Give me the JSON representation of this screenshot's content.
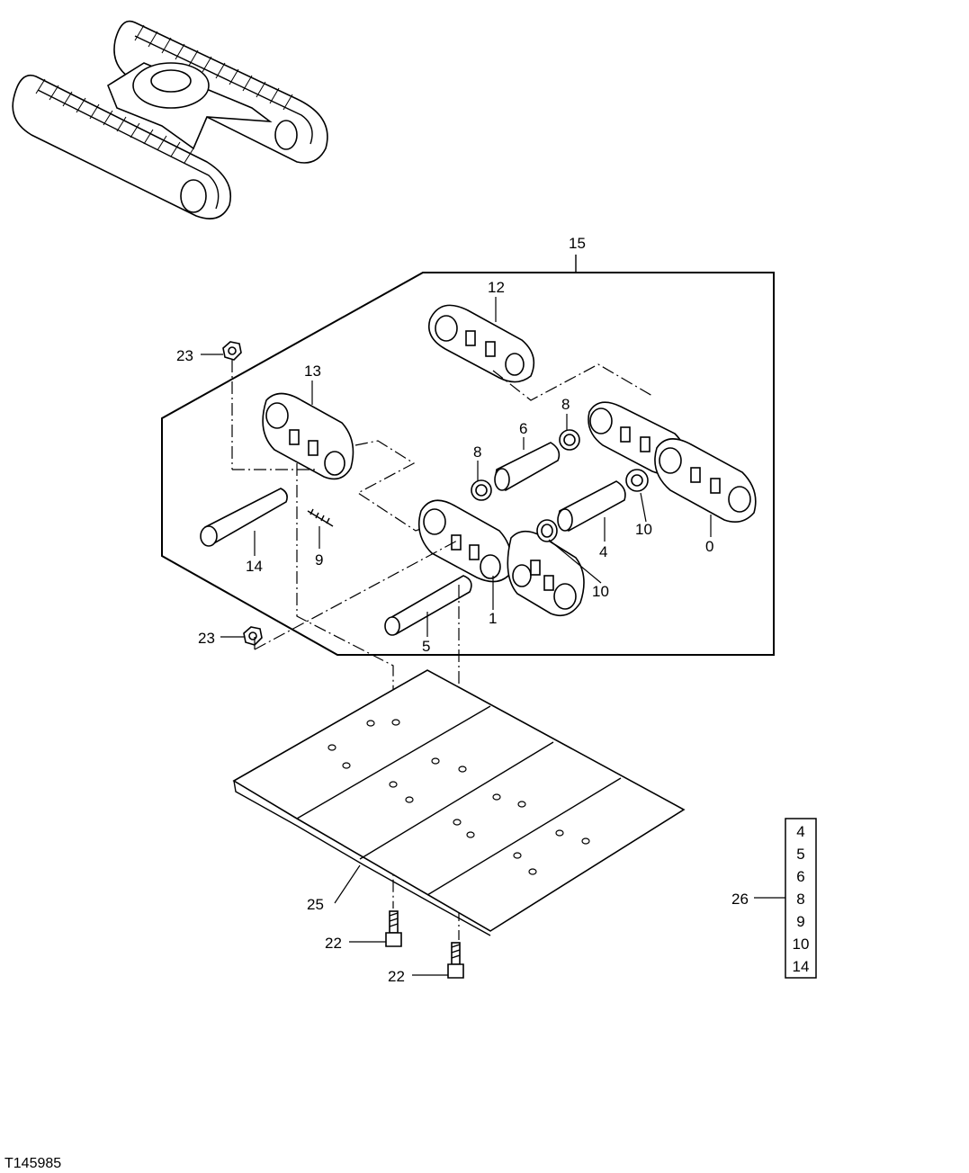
{
  "callouts": {
    "c15": "15",
    "c12": "12",
    "c13": "13",
    "c23a": "23",
    "c23b": "23",
    "c8a": "8",
    "c8b": "8",
    "c6": "6",
    "c4": "4",
    "c10a": "10",
    "c10b": "10",
    "c0": "0",
    "c14": "14",
    "c9": "9",
    "c1": "1",
    "c5": "5",
    "c25": "25",
    "c22a": "22",
    "c22b": "22",
    "c26": "26"
  },
  "kit_list": [
    "4",
    "5",
    "6",
    "8",
    "9",
    "10",
    "14"
  ],
  "figure_ref": "T145985"
}
